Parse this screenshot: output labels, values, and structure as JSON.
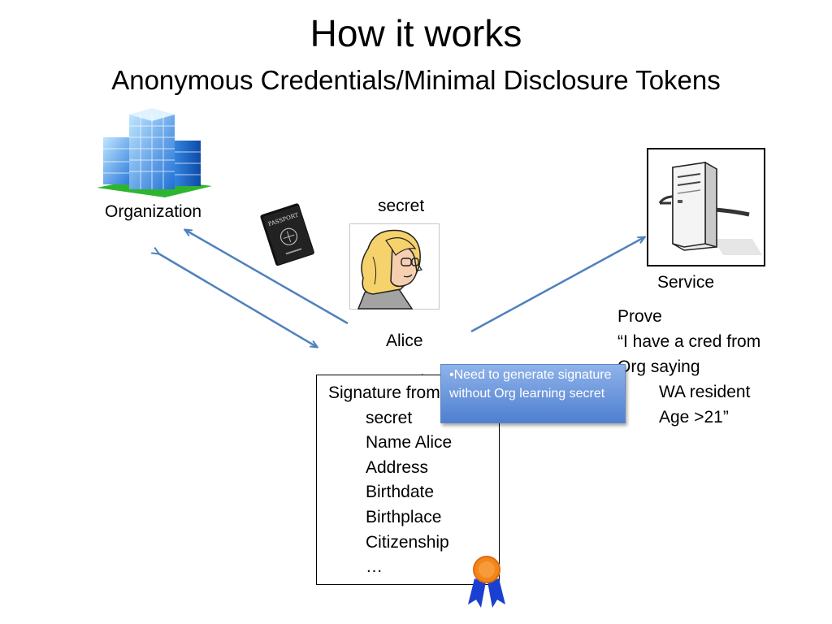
{
  "slide": {
    "title": "How it works",
    "subtitle": "Anonymous Credentials/Minimal Disclosure Tokens"
  },
  "labels": {
    "organization": "Organization",
    "secret": "secret",
    "alice": "Alice",
    "service": "Service"
  },
  "prove": {
    "lines": [
      "Prove",
      "“I have a cred from",
      "Org saying"
    ],
    "indented": [
      "WA resident",
      "Age >21”"
    ]
  },
  "signature": {
    "heading": "Signature from",
    "items": [
      "secret",
      "Name Alice",
      "Address",
      "Birthdate",
      "Birthplace",
      "Citizenship",
      "…"
    ]
  },
  "callout": {
    "text": "•Need to generate signature without Org learning secret"
  },
  "icons": {
    "building": "office-building-icon",
    "passport": "passport-icon",
    "alice": "woman-avatar-icon",
    "server": "server-icon",
    "ribbon": "award-ribbon-icon"
  },
  "colors": {
    "arrow": "#4f81bd",
    "callout": "#5b8ad6"
  },
  "passport_text": "PASSPORT"
}
